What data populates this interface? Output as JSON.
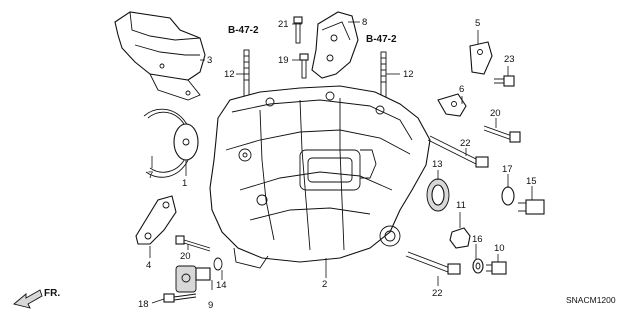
{
  "diagram": {
    "code": "SNACM1200",
    "direction_label": "FR.",
    "refs": [
      "B-47-2",
      "B-47-2"
    ],
    "callouts": [
      "1",
      "2",
      "3",
      "4",
      "5",
      "6",
      "7",
      "8",
      "9",
      "10",
      "11",
      "12",
      "12",
      "13",
      "14",
      "15",
      "16",
      "17",
      "18",
      "19",
      "20",
      "20",
      "21",
      "22",
      "22",
      "23"
    ]
  }
}
